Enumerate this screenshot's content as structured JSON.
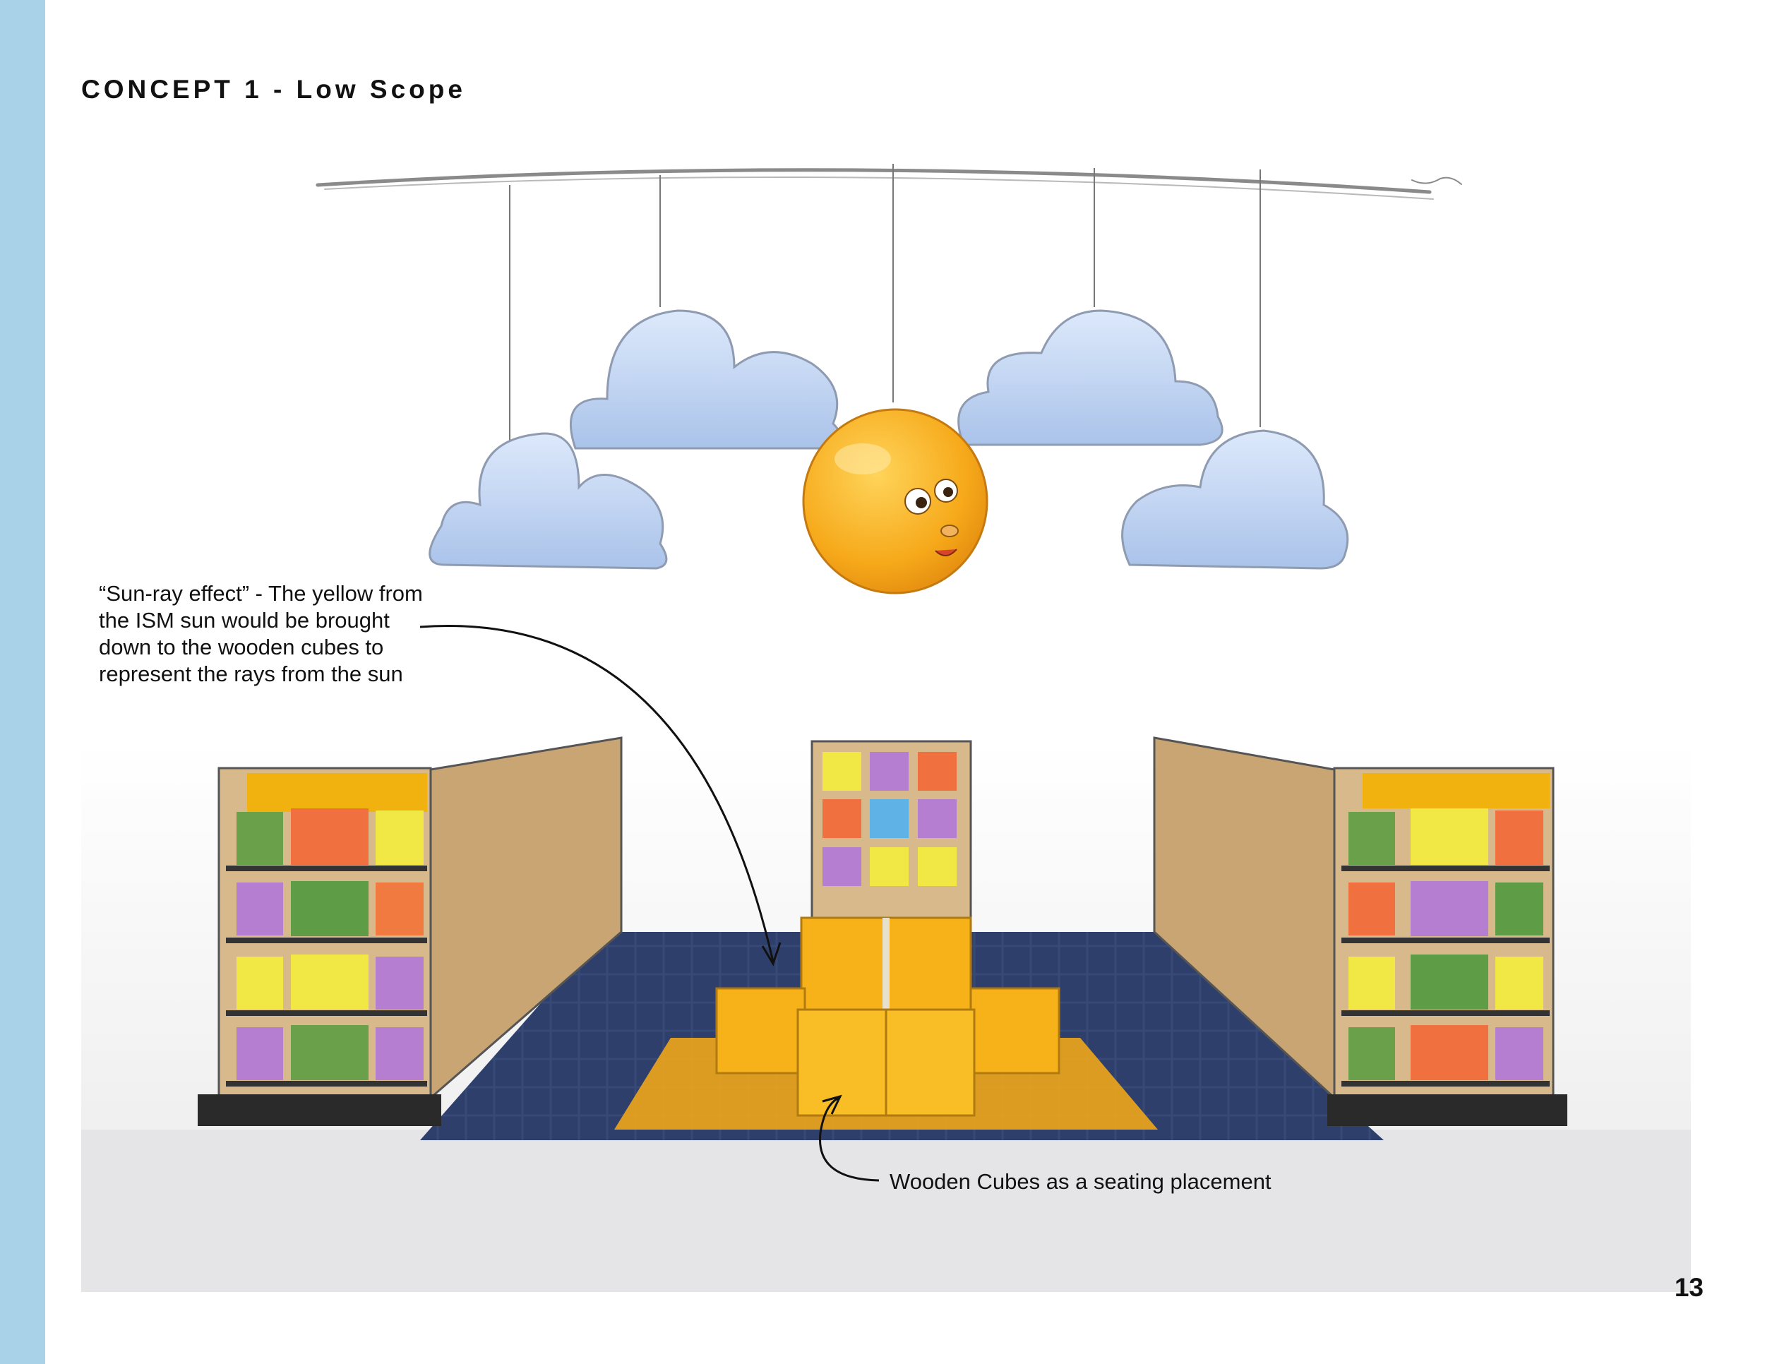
{
  "page": {
    "title": "CONCEPT 1 - Low Scope",
    "page_number": "13",
    "accent_color": "#a9d2e8"
  },
  "annotations": {
    "sun_ray": "“Sun-ray effect” - The yellow from the ISM sun would be brought down to the wooden cubes to represent the rays from the sun",
    "cubes": "Wooden Cubes as a seating placement"
  },
  "illustration": {
    "subject": "bookstore-corner-concept-sketch",
    "colors": {
      "cloud": "#c8dcf5",
      "sun": "#f6a91a",
      "carpet": "#2e3f6b",
      "shelf_wood": "#d8b98c",
      "cube_yellow": "#f7b21a"
    }
  }
}
